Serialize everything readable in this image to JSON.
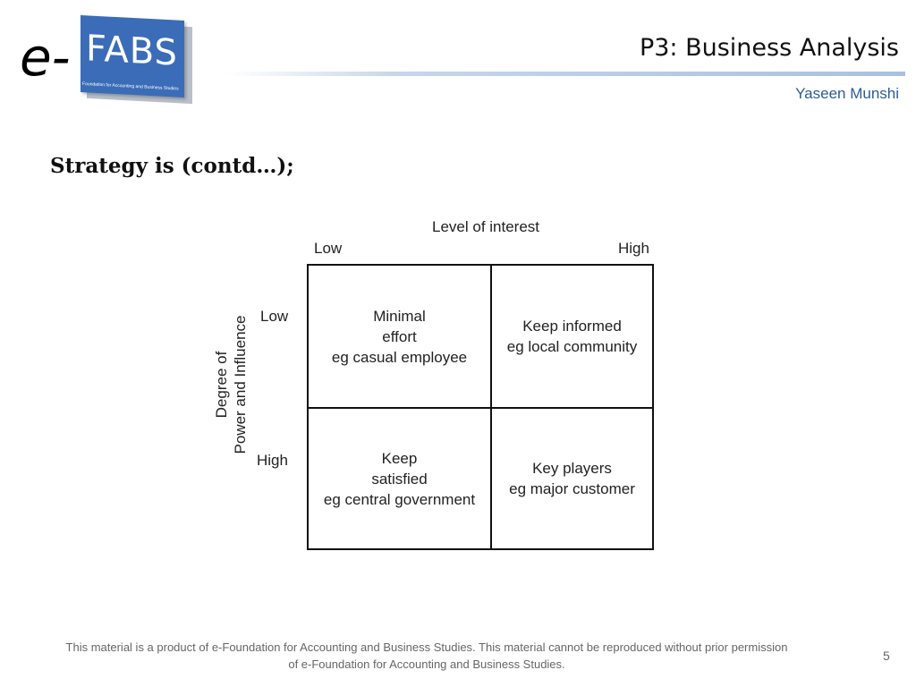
{
  "logo": {
    "prefix": "e-",
    "name": "FABS",
    "tagline": "Foundation for Accounting and Business Studies"
  },
  "header": {
    "title": "P3: Business Analysis",
    "author": "Yaseen Munshi"
  },
  "heading": "Strategy is (contd…);",
  "matrix": {
    "top_axis_label": "Level of interest",
    "col_low": "Low",
    "col_high": "High",
    "side_axis_line1": "Degree of",
    "side_axis_line2": "Power and Influence",
    "row_low": "Low",
    "row_high": "High",
    "cells": [
      [
        "Minimal",
        "effort",
        "eg casual employee"
      ],
      [
        "Keep informed",
        "eg local community"
      ],
      [
        "Keep",
        "satisfied",
        "eg central government"
      ],
      [
        "Key players",
        "eg major customer"
      ]
    ]
  },
  "footer": {
    "line1": "This material is a product of e-Foundation for Accounting and Business Studies. This material cannot be reproduced  without prior permission",
    "line2": "of e-Foundation for Accounting and Business Studies.",
    "page_number": "5"
  },
  "colors": {
    "brand_blue": "#3b6cb7",
    "author_blue": "#2d5b95"
  }
}
